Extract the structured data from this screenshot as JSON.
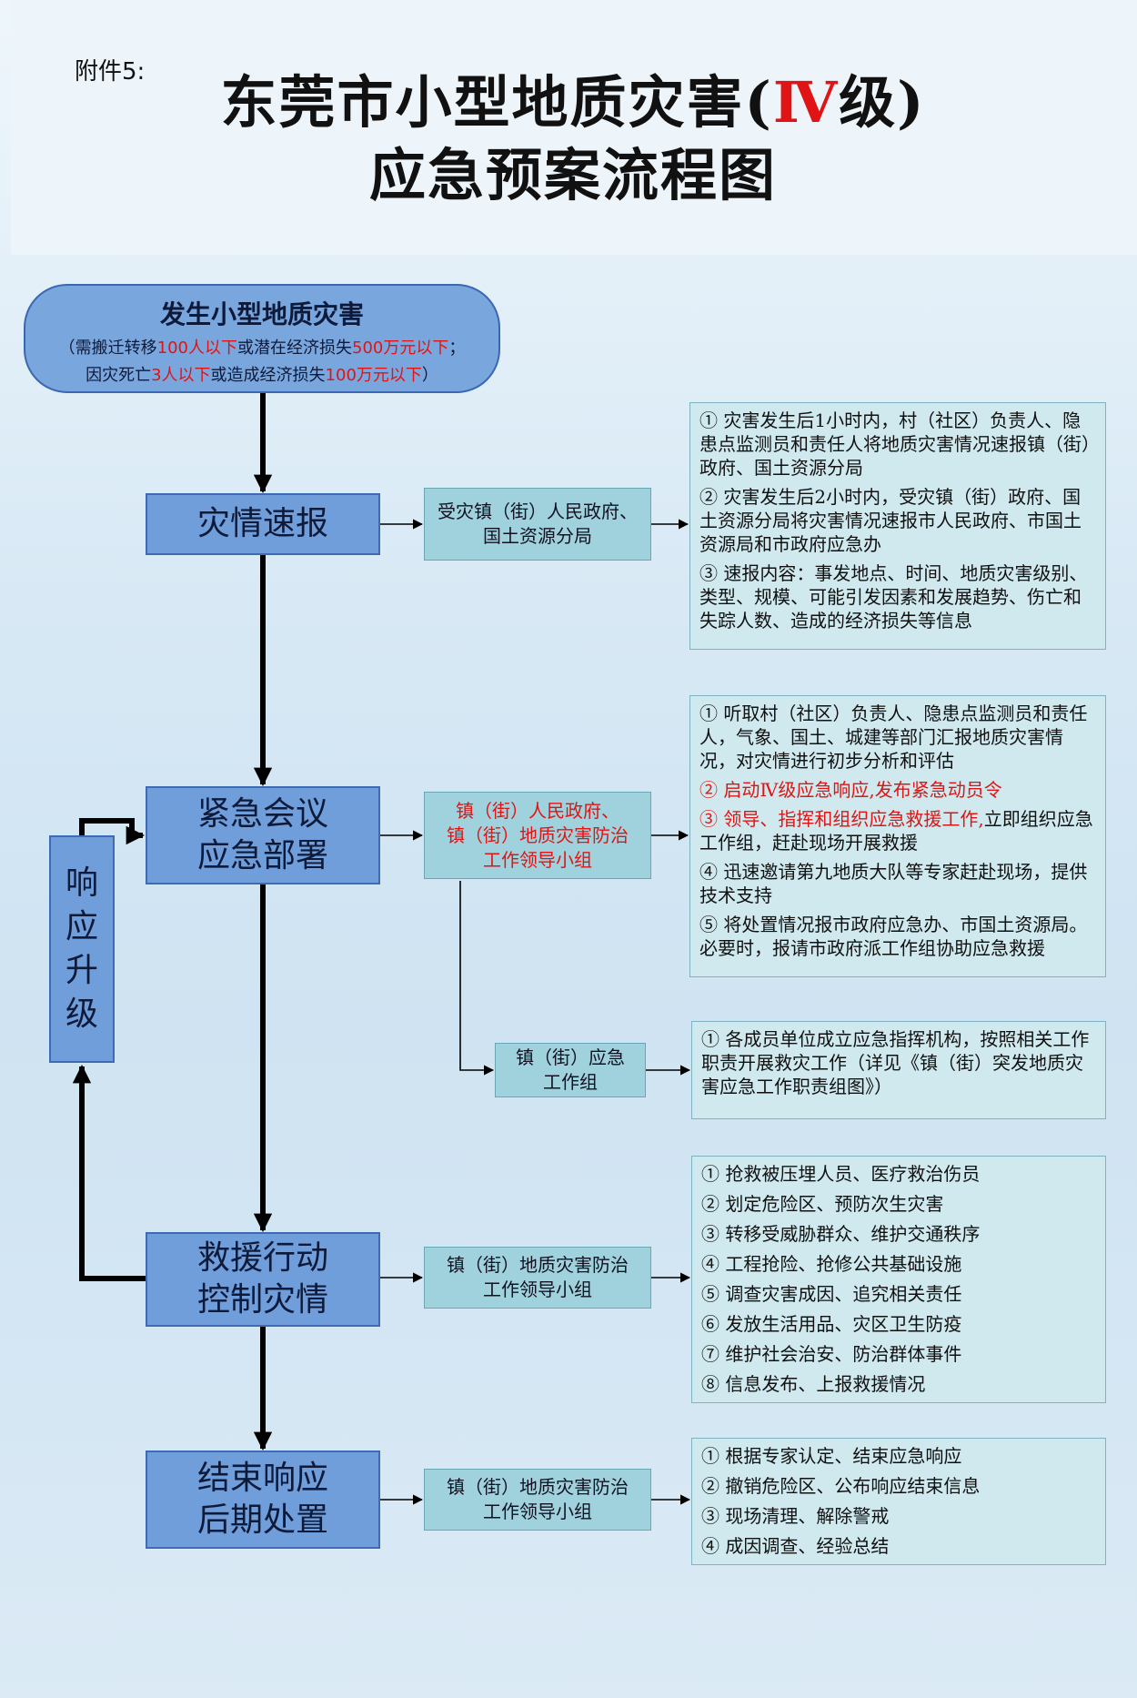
{
  "header": {
    "attachment": "附件5:",
    "title_line1_a": "东莞市小型地质灾害(",
    "title_line1_roman": "Ⅳ",
    "title_line1_b": "级)",
    "title_line2": "应急预案流程图"
  },
  "start": {
    "title": "发生小型地质灾害",
    "line1_a": "（需搬迁转移",
    "line1_b": "100人以下",
    "line1_c": "或潜在经济损失",
    "line1_d": "500万元以下",
    "line1_e": "；",
    "line2_a": "因灾死亡",
    "line2_b": "3人以下",
    "line2_c": "或造成经济损失",
    "line2_d": "100万元以下",
    "line2_e": "）"
  },
  "stages": [
    {
      "lines": [
        "灾情速报"
      ]
    },
    {
      "lines": [
        "紧急会议",
        "应急部署"
      ]
    },
    {
      "lines": [
        "救援行动",
        "控制灾情"
      ]
    },
    {
      "lines": [
        "结束响应",
        "后期处置"
      ]
    }
  ],
  "escalate": {
    "chars": [
      "响",
      "应",
      "升",
      "级"
    ]
  },
  "mids": [
    {
      "lines": [
        "受灾镇（街）人民政府、",
        "国土资源分局"
      ]
    },
    {
      "lines": [
        "镇（街）人民政府、",
        "镇（街）地质灾害防治",
        "工作领导小组"
      ]
    },
    {
      "lines": [
        "镇（街）应急",
        "工作组"
      ]
    },
    {
      "lines": [
        "镇（街）地质灾害防治",
        "工作领导小组"
      ]
    },
    {
      "lines": [
        "镇（街）地质灾害防治",
        "工作领导小组"
      ]
    }
  ],
  "details": {
    "d1": [
      "① 灾害发生后1小时内，村（社区）负责人、隐患点监测员和责任人将地质灾害情况速报镇（街）政府、国土资源分局",
      "② 灾害发生后2小时内，受灾镇（街）政府、国土资源分局将灾害情况速报市人民政府、市国土资源局和市政府应急办",
      "③ 速报内容：事发地点、时间、地质灾害级别、类型、规模、可能引发因素和发展趋势、伤亡和失踪人数、造成的经济损失等信息"
    ],
    "d2": {
      "p1": "① 听取村（社区）负责人、隐患点监测员和责任人，气象、国土、城建等部门汇报地质灾害情况，对灾情进行初步分析和评估",
      "p2": "② 启动Ⅳ级应急响应,发布紧急动员令",
      "p3_red": "③ 领导、指挥和组织应急救援工作,",
      "p3_rest": "立即组织应急工作组，赶赴现场开展救援",
      "p4": "④ 迅速邀请第九地质大队等专家赶赴现场，提供技术支持",
      "p5": "⑤ 将处置情况报市政府应急办、市国土资源局。必要时，报请市政府派工作组协助应急救援"
    },
    "d3": [
      "① 各成员单位成立应急指挥机构，按照相关工作职责开展救灾工作（详见《镇（街）突发地质灾害应急工作职责组图》）"
    ],
    "d4": [
      "① 抢救被压埋人员、医疗救治伤员",
      "② 划定危险区、预防次生灾害",
      "③ 转移受威胁群众、维护交通秩序",
      "④ 工程抢险、抢修公共基础设施",
      "⑤ 调查灾害成因、追究相关责任",
      "⑥ 发放生活用品、灾区卫生防疫",
      "⑦ 维护社会治安、防治群体事件",
      "⑧ 信息发布、上报救援情况"
    ],
    "d5": [
      "① 根据专家认定、结束应急响应",
      "② 撤销危险区、公布响应结束信息",
      "③ 现场清理、解除警戒",
      "④ 成因调查、经验总结"
    ]
  }
}
